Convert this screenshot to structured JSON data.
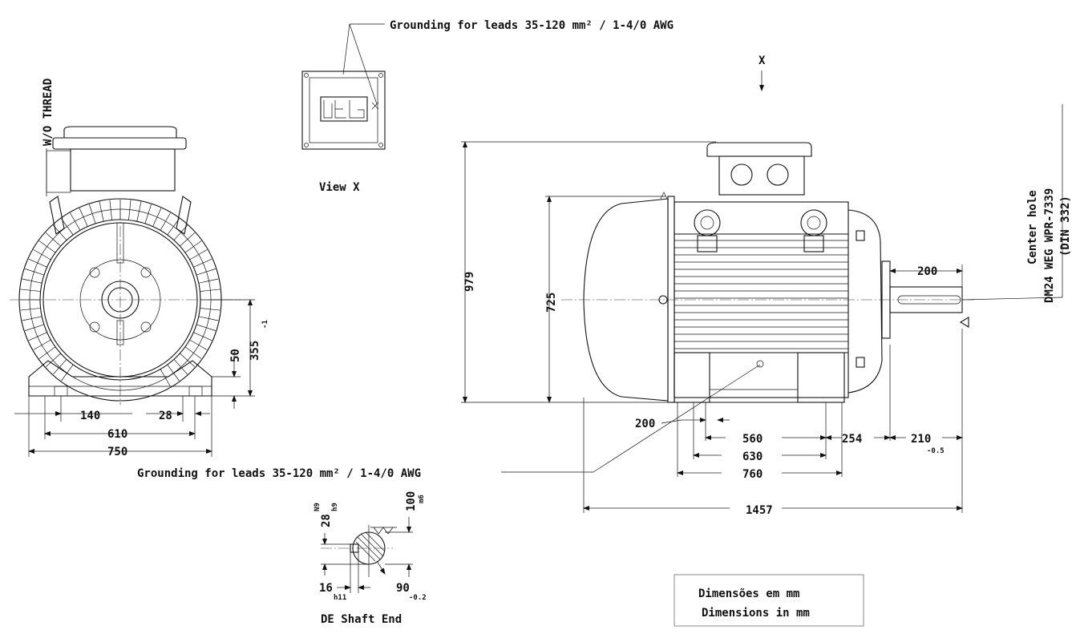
{
  "labels": {
    "grounding_top": "Grounding for leads 35-120 mm² / 1-4/0 AWG",
    "grounding_mid": "Grounding for leads 35-120 mm² / 1-4/0 AWG",
    "view_x": "View X",
    "x_marker": "X",
    "wo_thread": "W/O THREAD",
    "center_hole_1": "Center hole",
    "center_hole_2": "DM24 WEG WPR-7339",
    "center_hole_3": "(DIN 332)",
    "de_shaft_end": "DE Shaft End",
    "legend_pt": "Dimensões em mm",
    "legend_en": "Dimensions in mm",
    "logo": "WEG"
  },
  "front_view": {
    "dim_140": "140",
    "dim_28": "28",
    "dim_610": "610",
    "dim_750": "750",
    "dim_50": "50",
    "dim_355": "355",
    "tol_355": "-1"
  },
  "side_view": {
    "dim_979": "979",
    "dim_725": "725",
    "dim_200_shaft": "200",
    "dim_200_base": "200",
    "dim_560": "560",
    "dim_254": "254",
    "dim_210": "210",
    "tol_210": "-0.5",
    "dim_630": "630",
    "dim_760": "760",
    "dim_1457": "1457"
  },
  "shaft_end": {
    "dim_28": "28",
    "tol_28_a": "N9",
    "tol_28_b": "h9",
    "dim_100": "100",
    "tol_100": "m6",
    "dim_16": "16",
    "tol_16": "h11",
    "dim_90": "90",
    "tol_90": "-0.2"
  }
}
